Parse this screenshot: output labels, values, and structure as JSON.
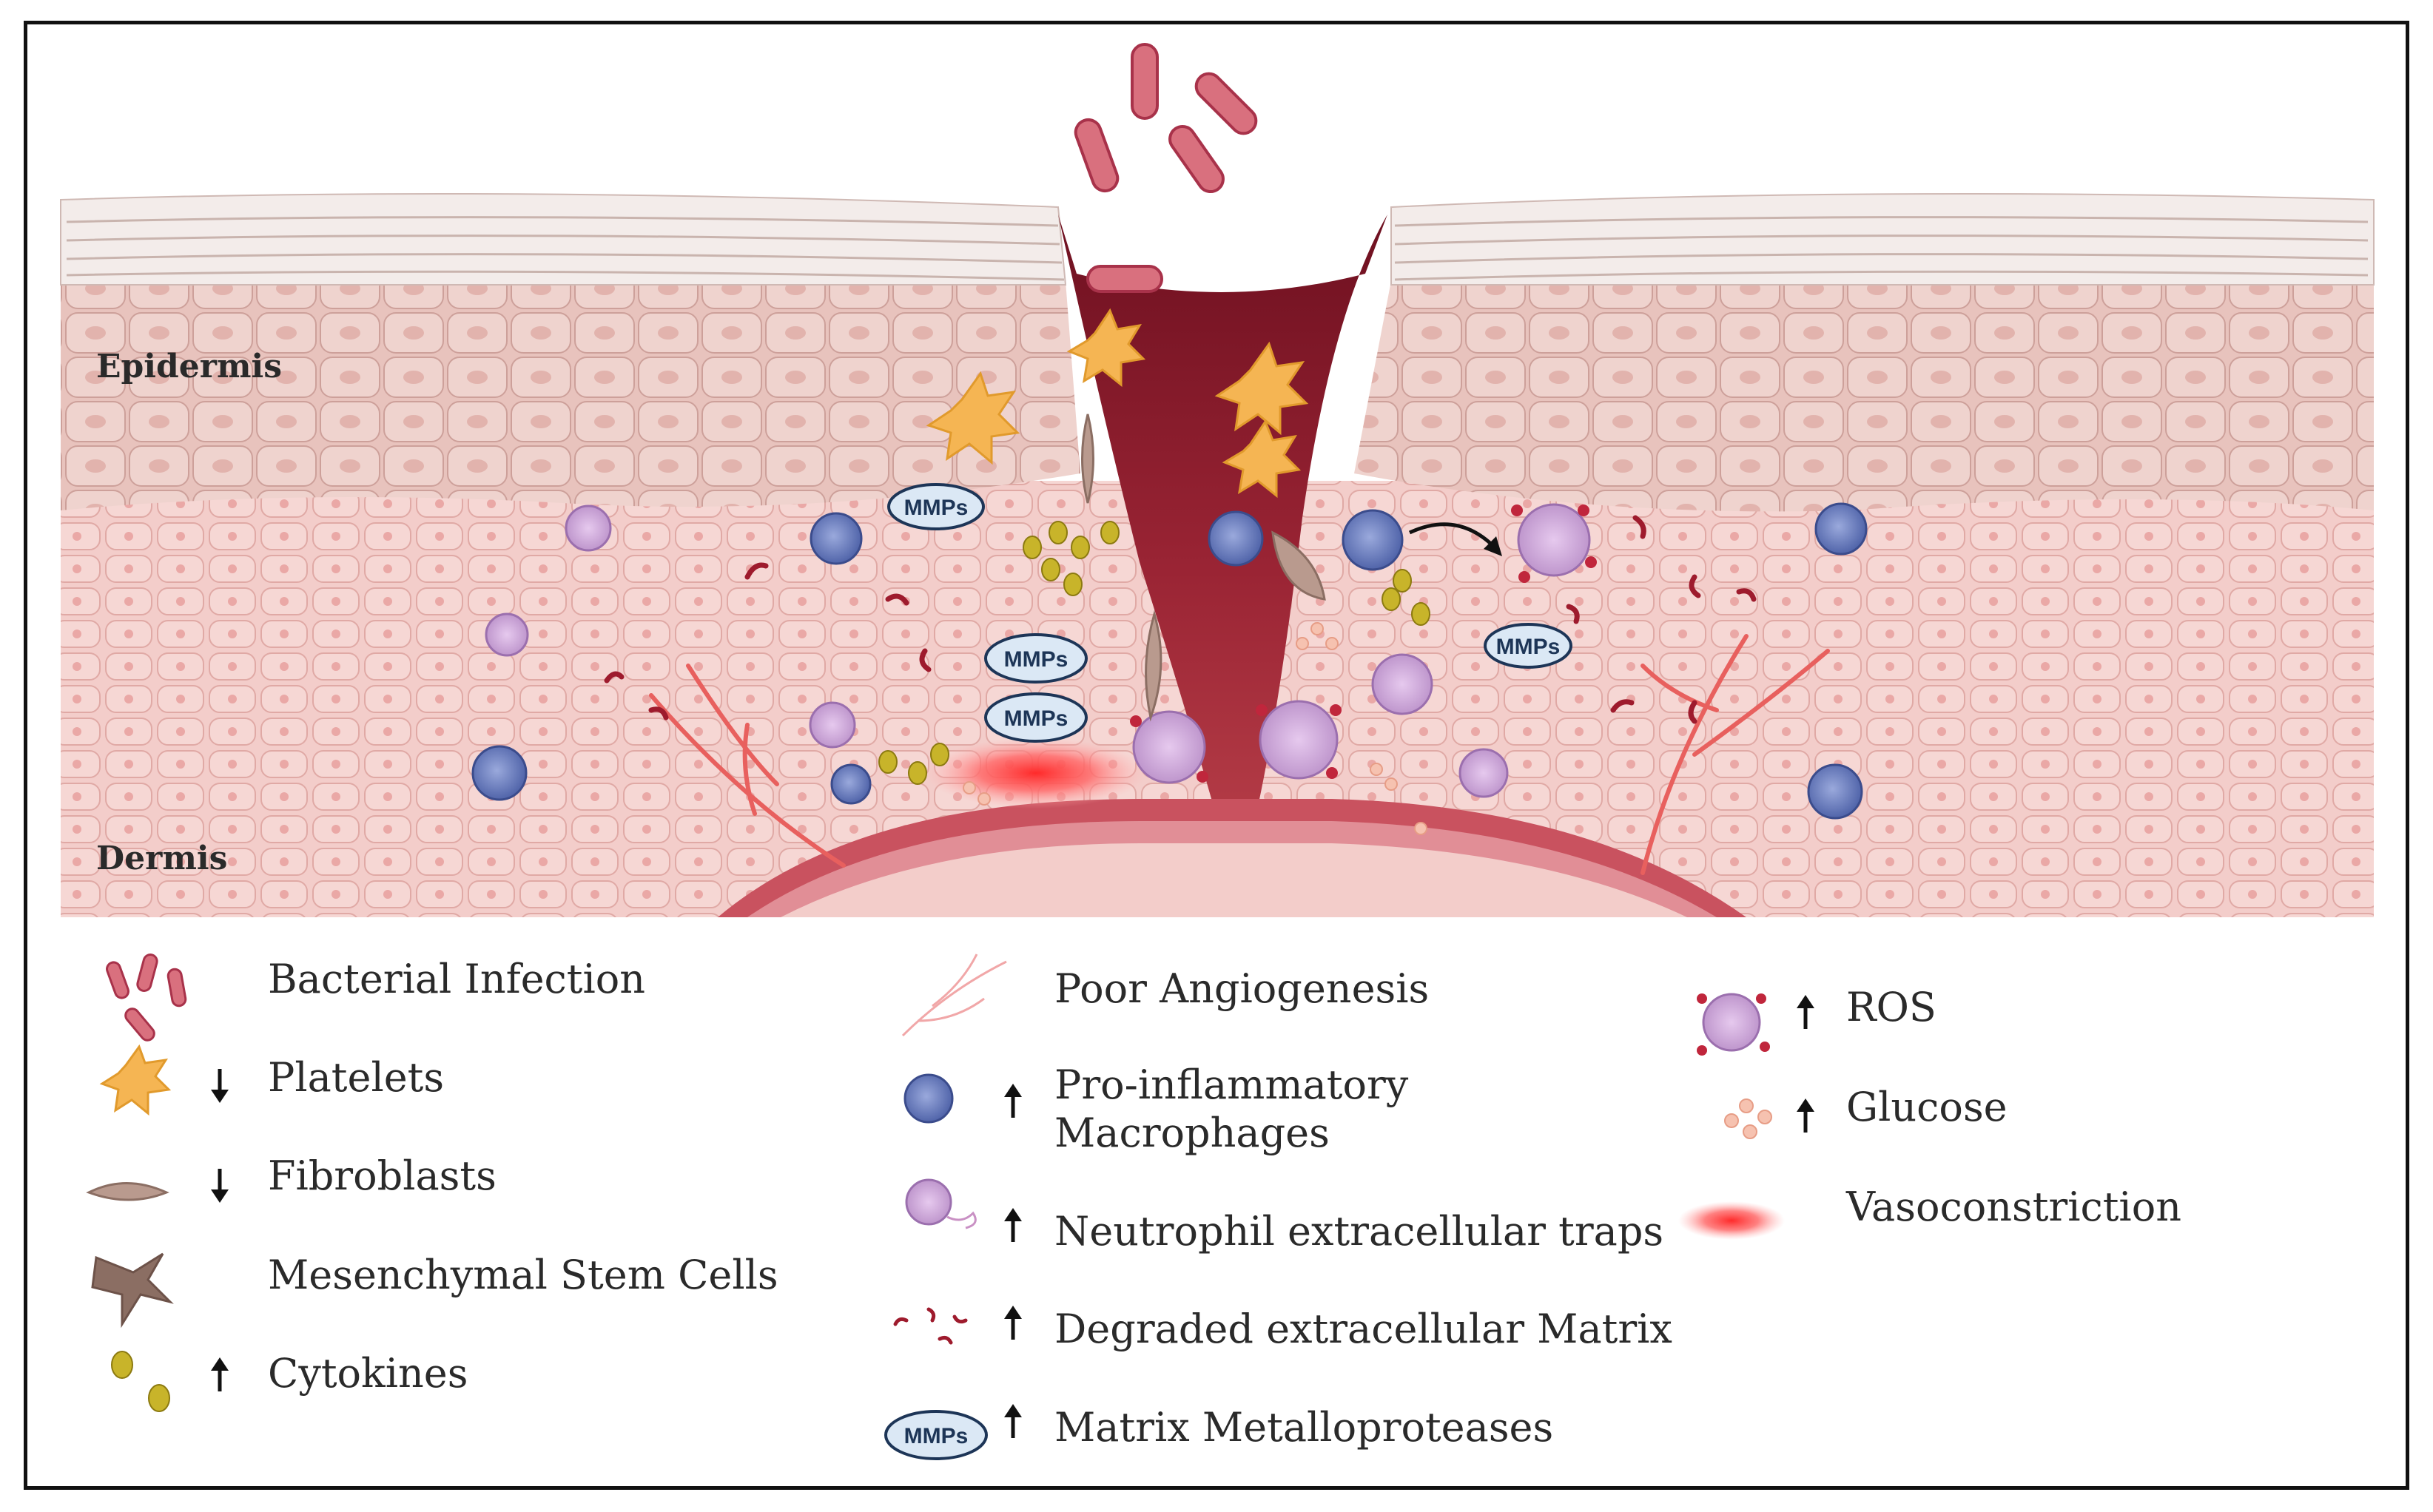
{
  "labels": {
    "epidermis": "Epidermis",
    "dermis": "Dermis",
    "mmps": "MMPs"
  },
  "legend": {
    "bacterial_infection": "Bacterial Infection",
    "platelets": "Platelets",
    "fibroblasts": "Fibroblasts",
    "msc": "Mesenchymal Stem Cells",
    "cytokines": "Cytokines",
    "poor_angiogenesis": "Poor Angiogenesis",
    "macrophages_line1": "Pro-inflammatory",
    "macrophages_line2": "Macrophages",
    "nets": "Neutrophil extracellular traps",
    "degraded_ecm": "Degraded extracellular Matrix",
    "mmp": "Matrix Metalloproteases",
    "ros": "ROS",
    "glucose": "Glucose",
    "vasoconstriction": "Vasoconstriction"
  },
  "trend": {
    "platelets": "down",
    "fibroblasts": "down",
    "cytokines": "up",
    "macrophages": "up",
    "nets": "up",
    "degraded_ecm": "up",
    "mmp": "up",
    "ros": "up",
    "glucose": "up"
  },
  "colors": {
    "skin": "#f2c9c6",
    "epidermis": "#e9c3bd",
    "wound": "#8c1c2b",
    "macrophage": "#5a6fb3",
    "neutrophil": "#c9a0d6",
    "platelet": "#f5b553",
    "cytokine": "#c8b42a",
    "vessel": "#e8605e",
    "mmp_fill": "#dbe8f5"
  }
}
